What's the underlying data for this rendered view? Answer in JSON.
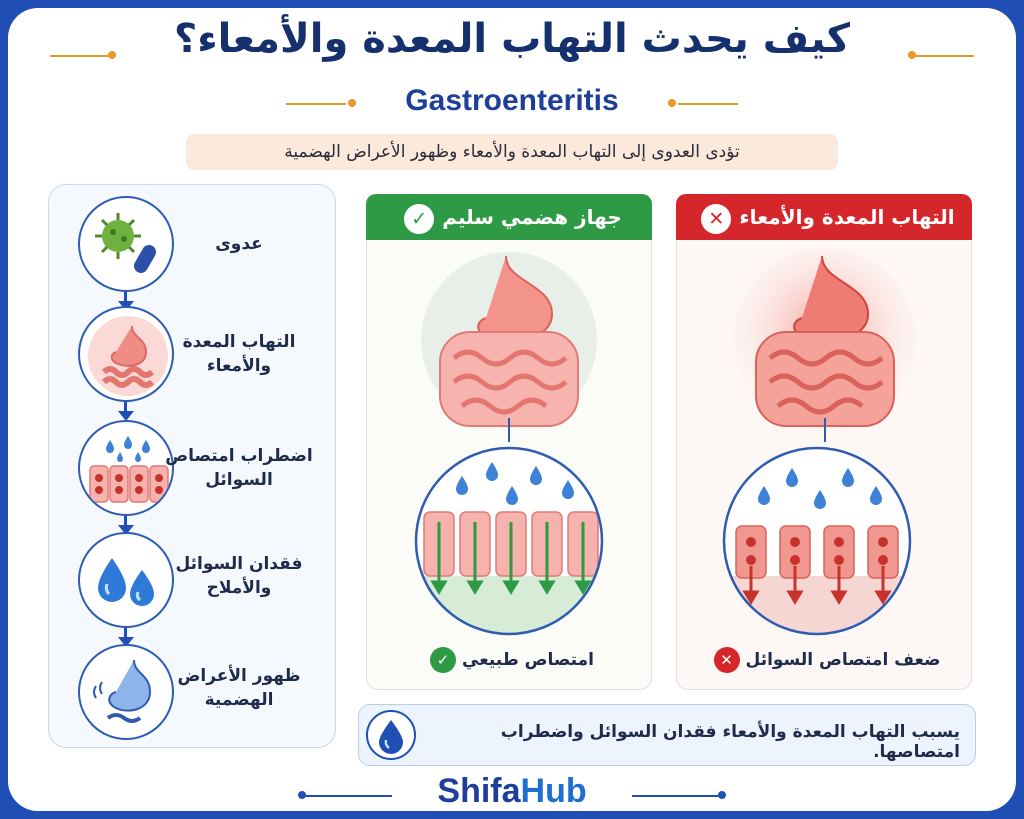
{
  "title": {
    "arabic": "كيف يحدث التهاب المعدة والأمعاء؟",
    "english": "Gastroenteritis"
  },
  "subtitle": "تؤدى العدوى إلى التهاب المعدة والأمعاء وظهور الأعراض الهضمية",
  "flow": {
    "steps": [
      {
        "label": "عدوى",
        "icon": "virus-bacteria-icon"
      },
      {
        "label": "التهاب المعدة والأمعاء",
        "icon": "inflamed-stomach-icon"
      },
      {
        "label": "اضطراب امتصاص السوائل",
        "icon": "cells-droplets-icon"
      },
      {
        "label": "فقدان السوائل والأملاح",
        "icon": "water-drops-icon"
      },
      {
        "label": "ظهور الأعراض الهضمية",
        "icon": "stomach-symptoms-icon"
      }
    ]
  },
  "healthy_panel": {
    "header": "جهاز هضمي سليم",
    "result": "امتصاص طبيعي",
    "header_icon": "check-icon",
    "color": "#2e9a46"
  },
  "inflamed_panel": {
    "header": "التهاب المعدة والأمعاء",
    "result": "ضعف امتصاص السوائل",
    "header_icon": "x-icon",
    "color": "#d4262b"
  },
  "note": "يسبب التهاب المعدة والأمعاء فقدان السوائل واضطراب امتصاصها.",
  "brand": {
    "part1": "Shifa",
    "part2": "Hub"
  },
  "colors": {
    "frame": "#1f4fb4",
    "accent_orange": "#e99a26",
    "title_navy": "#16306e",
    "subtitle_bg": "#fbe9dc"
  }
}
